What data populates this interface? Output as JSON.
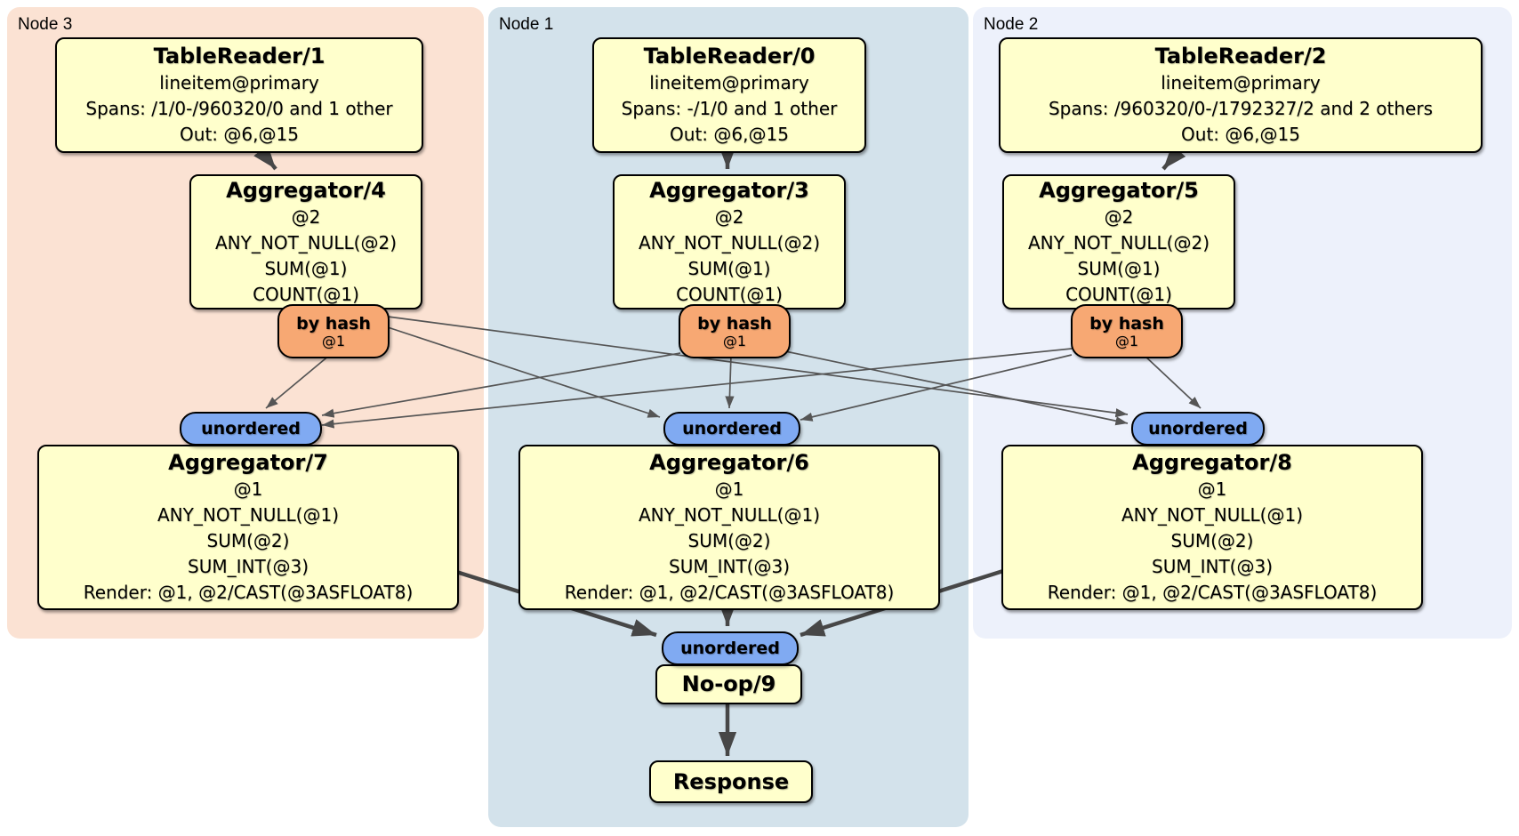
{
  "diagram": {
    "regions": [
      {
        "label": "Node 3",
        "bg": "#fbe2d3"
      },
      {
        "label": "Node 1",
        "bg": "#d3e2eb"
      },
      {
        "label": "Node 2",
        "bg": "#edf1fb"
      }
    ],
    "colors": {
      "processor_bg": "#ffffcc",
      "router_bg": "#f7a873",
      "sync_bg": "#80aaf2",
      "box_border": "#000000",
      "thin_edge": "#555555",
      "thick_edge": "#474747"
    },
    "processors": {
      "tablereader1": {
        "title": "TableReader/1",
        "index": "lineitem@primary",
        "spans": "Spans: /1/0-/960320/0 and 1 other",
        "out": "Out: @6,@15"
      },
      "tablereader0": {
        "title": "TableReader/0",
        "index": "lineitem@primary",
        "spans": "Spans: -/1/0 and 1 other",
        "out": "Out: @6,@15"
      },
      "tablereader2": {
        "title": "TableReader/2",
        "index": "lineitem@primary",
        "spans": "Spans: /960320/0-/1792327/2 and 2 others",
        "out": "Out: @6,@15"
      },
      "aggregator4": {
        "title": "Aggregator/4",
        "lines": [
          "@2",
          "ANY_NOT_NULL(@2)",
          "SUM(@1)",
          "COUNT(@1)"
        ]
      },
      "aggregator3": {
        "title": "Aggregator/3",
        "lines": [
          "@2",
          "ANY_NOT_NULL(@2)",
          "SUM(@1)",
          "COUNT(@1)"
        ]
      },
      "aggregator5": {
        "title": "Aggregator/5",
        "lines": [
          "@2",
          "ANY_NOT_NULL(@2)",
          "SUM(@1)",
          "COUNT(@1)"
        ]
      },
      "aggregator7": {
        "title": "Aggregator/7",
        "lines": [
          "@1",
          "ANY_NOT_NULL(@1)",
          "SUM(@2)",
          "SUM_INT(@3)",
          "Render: @1, @2/CAST(@3ASFLOAT8)"
        ]
      },
      "aggregator6": {
        "title": "Aggregator/6",
        "lines": [
          "@1",
          "ANY_NOT_NULL(@1)",
          "SUM(@2)",
          "SUM_INT(@3)",
          "Render: @1, @2/CAST(@3ASFLOAT8)"
        ]
      },
      "aggregator8": {
        "title": "Aggregator/8",
        "lines": [
          "@1",
          "ANY_NOT_NULL(@1)",
          "SUM(@2)",
          "SUM_INT(@3)",
          "Render: @1, @2/CAST(@3ASFLOAT8)"
        ]
      },
      "noop9": {
        "title": "No-op/9"
      },
      "response": {
        "title": "Response"
      }
    },
    "router": {
      "label": "by hash",
      "detail": "@1"
    },
    "sync": {
      "label": "unordered"
    }
  }
}
